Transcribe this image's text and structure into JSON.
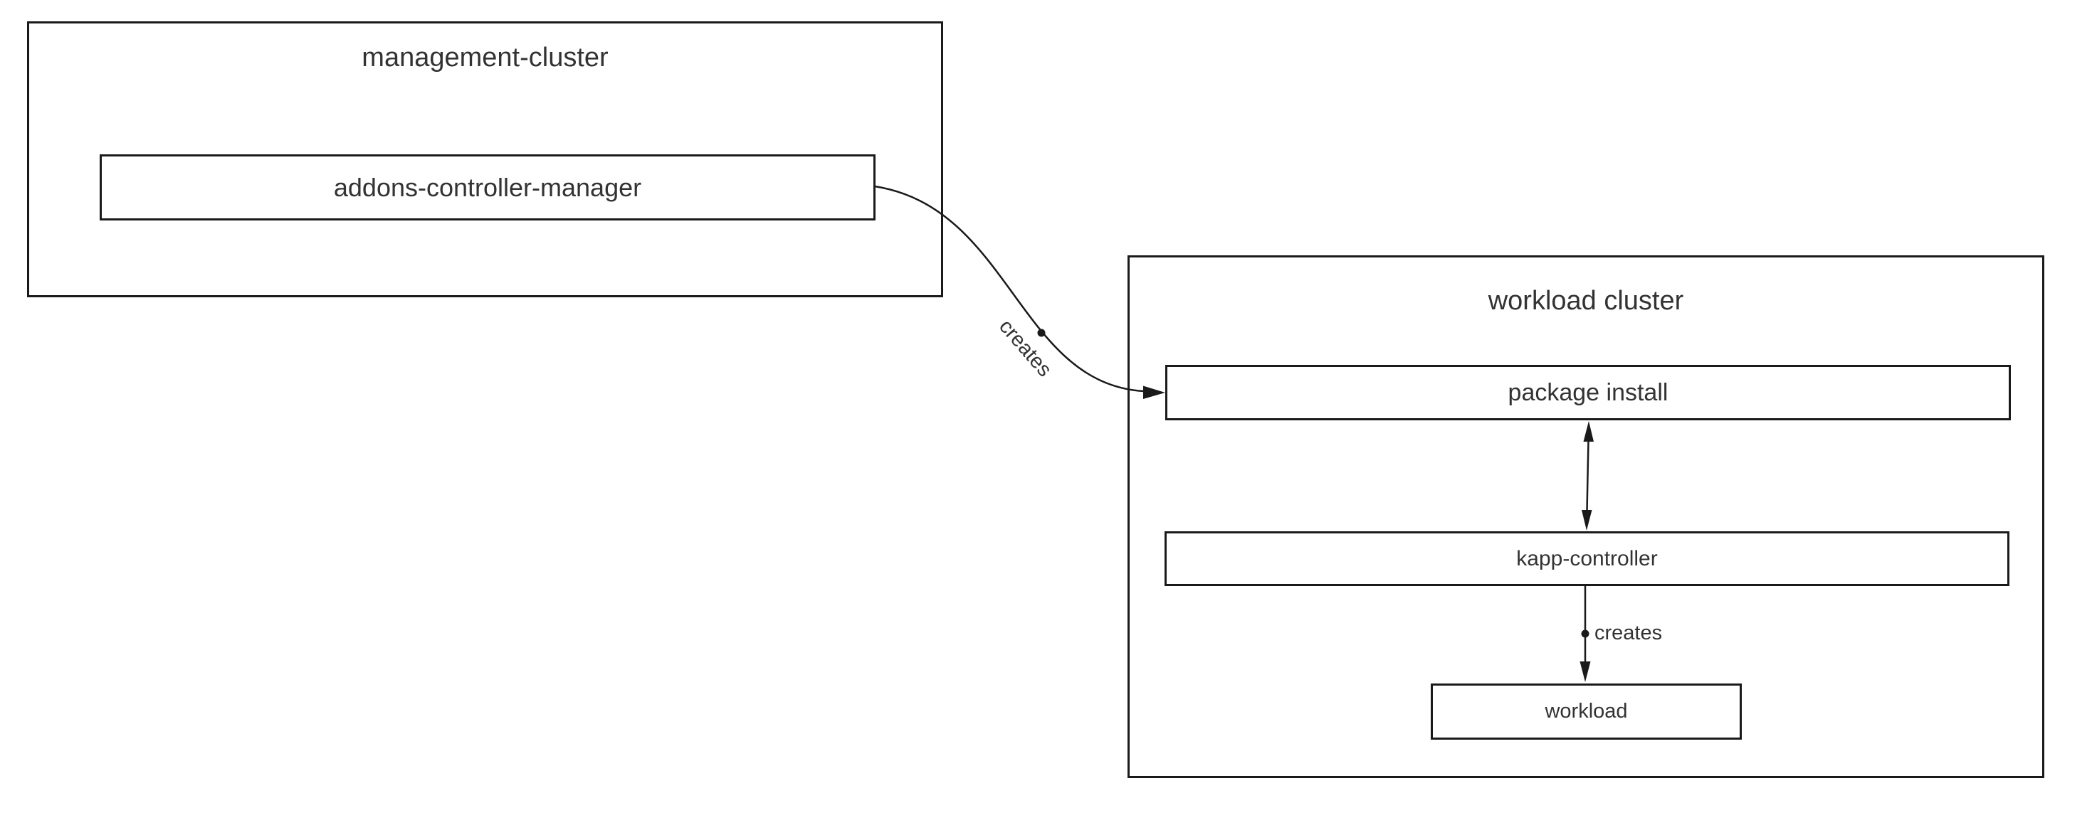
{
  "diagram": {
    "title": "",
    "clusters": {
      "management": {
        "label": "management-cluster"
      },
      "workload": {
        "label": "workload cluster"
      }
    },
    "nodes": {
      "addons_controller_manager": {
        "label": "addons-controller-manager"
      },
      "package_install": {
        "label": "package install"
      },
      "kapp_controller": {
        "label": "kapp-controller"
      },
      "workload": {
        "label": "workload"
      }
    },
    "edges": {
      "addons_to_package_install": {
        "label": "creates",
        "type": "curved-arrow"
      },
      "package_install_to_kapp_controller": {
        "label": "",
        "type": "double-arrow"
      },
      "kapp_controller_to_workload": {
        "label": "creates",
        "type": "arrow-down"
      }
    },
    "colors": {
      "line": "#1a1a1a",
      "text": "#333333",
      "background": "#ffffff"
    }
  }
}
